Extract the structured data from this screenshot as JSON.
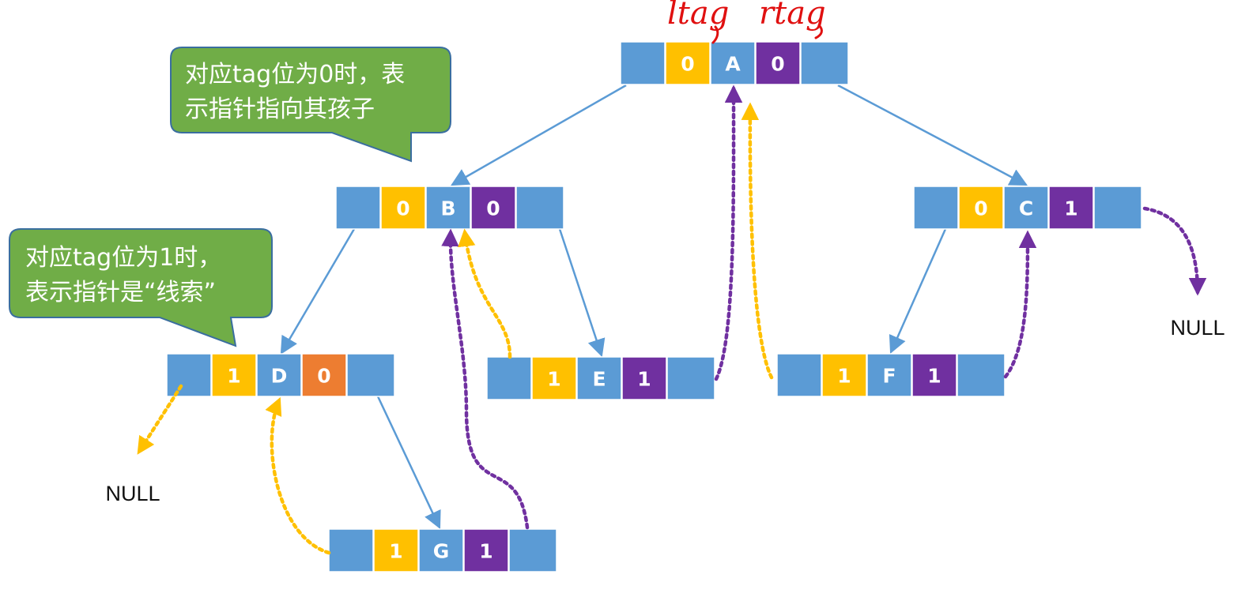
{
  "colors": {
    "pointer": "#5b9bd5",
    "ltag": "#ffc000",
    "rtag": "#7030a0",
    "rtag_alt": "#ed7d31",
    "data": "#5b9bd5",
    "edge": "#5b9bd5",
    "thread_yellow": "#ffc000",
    "thread_purple": "#7030a0",
    "callout_fill": "#70ad47",
    "callout_stroke": "#3a6e9f",
    "annotation": "#e01010"
  },
  "annotations": {
    "ltag_label": "ltag",
    "rtag_label": "rtag"
  },
  "callouts": [
    {
      "id": "tag-zero-callout",
      "lines": [
        "对应tag位为0时，表",
        "示指针指向其孩子"
      ]
    },
    {
      "id": "tag-one-callout",
      "lines": [
        "对应tag位为1时，",
        "表示指针是“线索”"
      ]
    }
  ],
  "nodes": [
    {
      "id": "A",
      "ltag": "0",
      "data": "A",
      "rtag": "0"
    },
    {
      "id": "B",
      "ltag": "0",
      "data": "B",
      "rtag": "0"
    },
    {
      "id": "C",
      "ltag": "0",
      "data": "C",
      "rtag": "1"
    },
    {
      "id": "D",
      "ltag": "1",
      "data": "D",
      "rtag": "0"
    },
    {
      "id": "E",
      "ltag": "1",
      "data": "E",
      "rtag": "1"
    },
    {
      "id": "F",
      "ltag": "1",
      "data": "F",
      "rtag": "1"
    },
    {
      "id": "G",
      "ltag": "1",
      "data": "G",
      "rtag": "1"
    }
  ],
  "null_labels": [
    "NULL",
    "NULL"
  ]
}
